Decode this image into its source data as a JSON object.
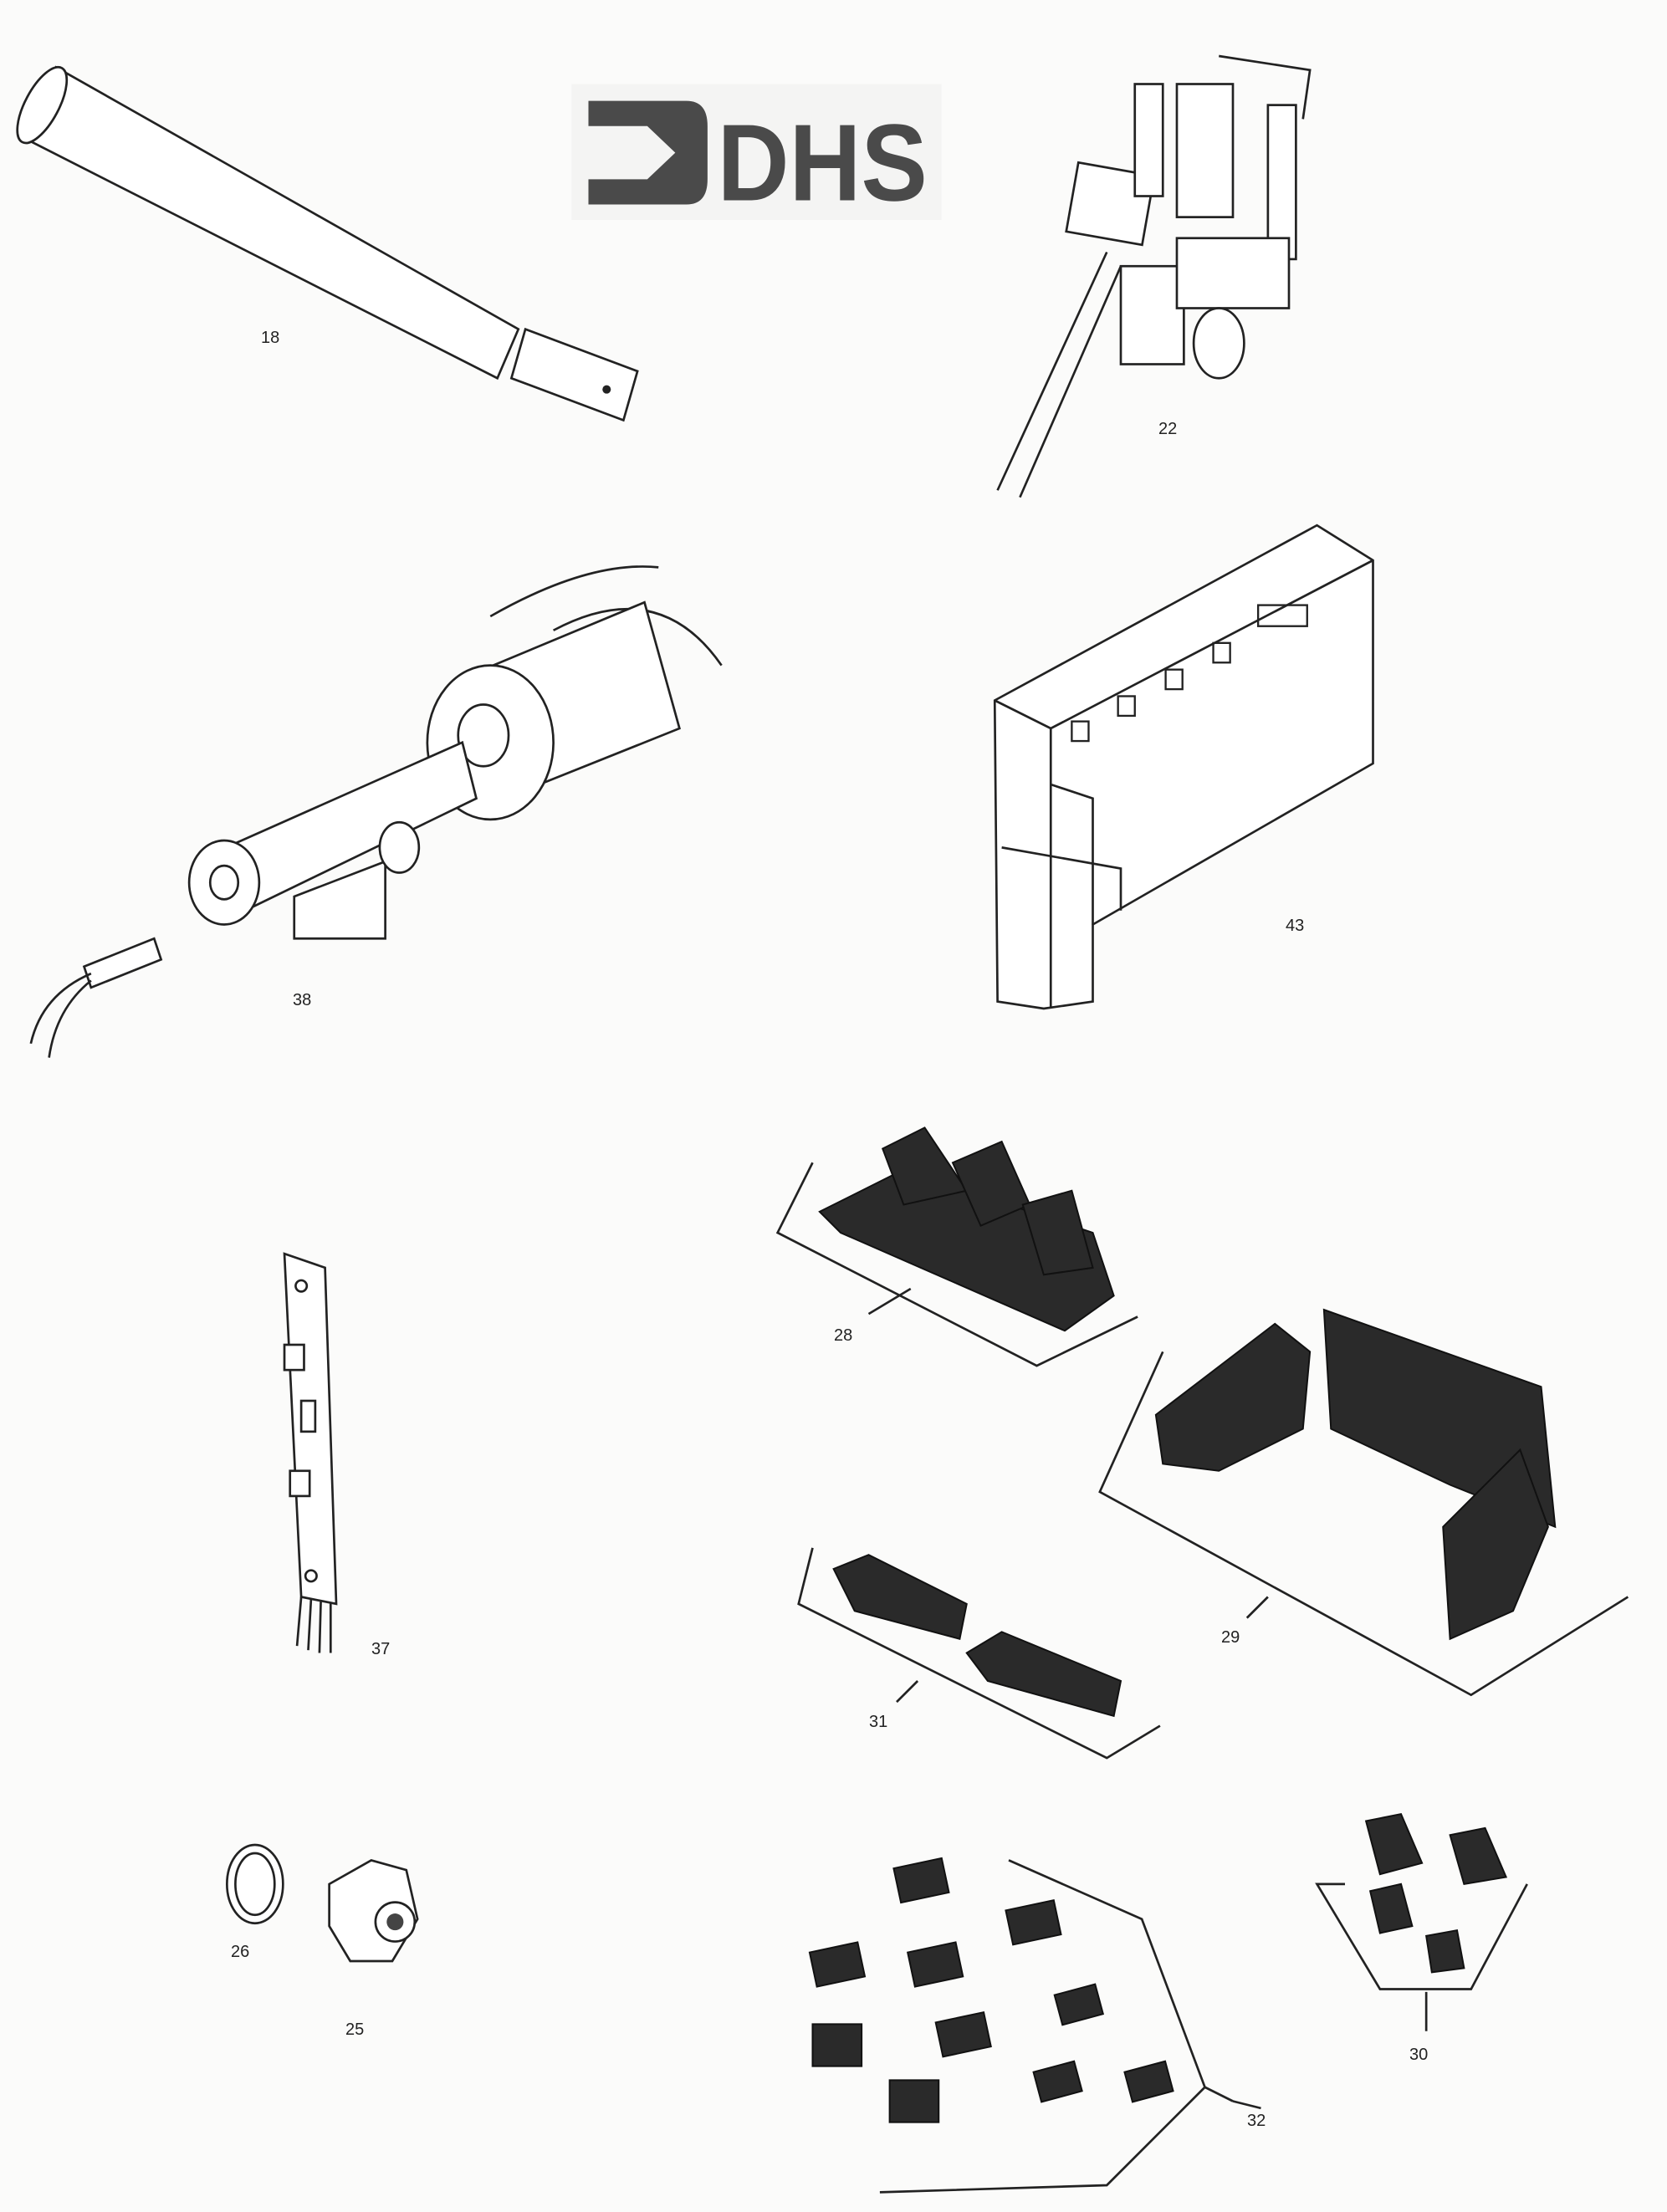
{
  "logo": {
    "text": "DHS",
    "color": "#4a4a4a"
  },
  "parts": [
    {
      "number": "18"
    },
    {
      "number": "22"
    },
    {
      "number": "38"
    },
    {
      "number": "43"
    },
    {
      "number": "28"
    },
    {
      "number": "29"
    },
    {
      "number": "37"
    },
    {
      "number": "31"
    },
    {
      "number": "26"
    },
    {
      "number": "25"
    },
    {
      "number": "30"
    },
    {
      "number": "32"
    }
  ]
}
